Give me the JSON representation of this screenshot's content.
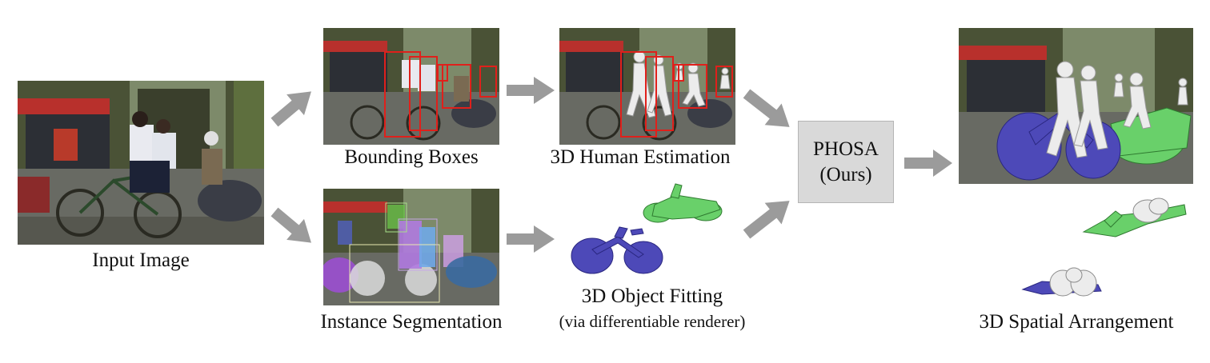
{
  "labels": {
    "input_image": "Input Image",
    "bounding_boxes": "Bounding Boxes",
    "human_estimation": "3D Human Estimation",
    "instance_segmentation": "Instance Segmentation",
    "object_fitting": "3D Object Fitting",
    "object_fitting_note": "(via differentiable renderer)",
    "spatial_arrangement": "3D Spatial Arrangement"
  },
  "phosa": {
    "name": "PHOSA",
    "subtitle": "(Ours)"
  },
  "colors": {
    "arrow": "#9b9b9b",
    "box_fill": "#d9d9d9",
    "bbox_red": "#e0201b",
    "bicycle_blue": "#4d49b8",
    "motorbike_green": "#69d06a",
    "human_white": "#e6e6e6",
    "seg_purple": "#9b4fd0"
  },
  "icons": [
    "arrow-icon",
    "bicycle-mesh-icon",
    "motorbike-mesh-icon",
    "human-mesh-icon"
  ]
}
